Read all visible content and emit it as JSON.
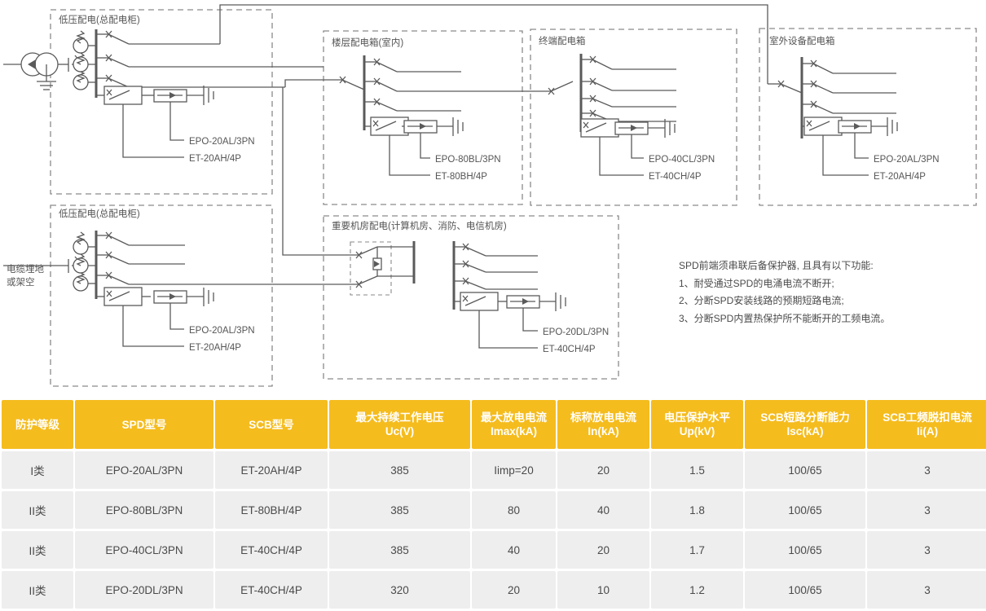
{
  "diagram": {
    "source_label_line1": "电缆埋地",
    "source_label_line2": "或架空",
    "zones": [
      {
        "id": "main-switchboard-top",
        "title": "低压配电(总配电柜)",
        "spd_label": "EPO-20AL/3PN",
        "scb_label": "ET-20AH/4P"
      },
      {
        "id": "floor-distribution-box",
        "title": "楼层配电箱(室内)",
        "spd_label": "EPO-80BL/3PN",
        "scb_label": "ET-80BH/4P"
      },
      {
        "id": "terminal-distribution-box",
        "title": "终端配电箱",
        "spd_label": "EPO-40CL/3PN",
        "scb_label": "ET-40CH/4P"
      },
      {
        "id": "outdoor-equipment-box",
        "title": "室外设备配电箱",
        "spd_label": "EPO-20AL/3PN",
        "scb_label": "ET-20AH/4P"
      },
      {
        "id": "main-switchboard-bottom",
        "title": "低压配电(总配电柜)",
        "spd_label": "EPO-20AL/3PN",
        "scb_label": "ET-20AH/4P"
      },
      {
        "id": "critical-equipment-room",
        "title": "重要机房配电(计算机房、消防、电信机房)",
        "spd_label": "EPO-20DL/3PN",
        "scb_label": "ET-40CH/4P"
      }
    ]
  },
  "note": {
    "lines": [
      "SPD前端须串联后备保护器, 且具有以下功能:",
      "1、耐受通过SPD的电涌电流不断开;",
      "2、分断SPD安装线路的预期短路电流;",
      "3、分断SPD内置热保护所不能断开的工频电流。"
    ]
  },
  "table": {
    "headers": [
      {
        "line1": "防护等级",
        "line2": ""
      },
      {
        "line1": "SPD型号",
        "line2": ""
      },
      {
        "line1": "SCB型号",
        "line2": ""
      },
      {
        "line1": "最大持续工作电压",
        "line2": "Uc(V)"
      },
      {
        "line1": "最大放电电流",
        "line2": "Imax(kA)"
      },
      {
        "line1": "标称放电电流",
        "line2": "In(kA)"
      },
      {
        "line1": "电压保护水平",
        "line2": "Up(kV)"
      },
      {
        "line1": "SCB短路分断能力",
        "line2": "Isc(kA)"
      },
      {
        "line1": "SCB工频脱扣电流",
        "line2": "Ii(A)"
      }
    ],
    "rows": [
      [
        "I类",
        "EPO-20AL/3PN",
        "ET-20AH/4P",
        "385",
        "Iimp=20",
        "20",
        "1.5",
        "100/65",
        "3"
      ],
      [
        "II类",
        "EPO-80BL/3PN",
        "ET-80BH/4P",
        "385",
        "80",
        "40",
        "1.8",
        "100/65",
        "3"
      ],
      [
        "II类",
        "EPO-40CL/3PN",
        "ET-40CH/4P",
        "385",
        "40",
        "20",
        "1.7",
        "100/65",
        "3"
      ],
      [
        "II类",
        "EPO-20DL/3PN",
        "ET-40CH/4P",
        "320",
        "20",
        "10",
        "1.2",
        "100/65",
        "3"
      ]
    ]
  },
  "colors": {
    "header_bg": "#F5BC1E",
    "cell_bg": "#eeeeee",
    "line": "#5a5a5a",
    "text": "#4a4a4a"
  }
}
